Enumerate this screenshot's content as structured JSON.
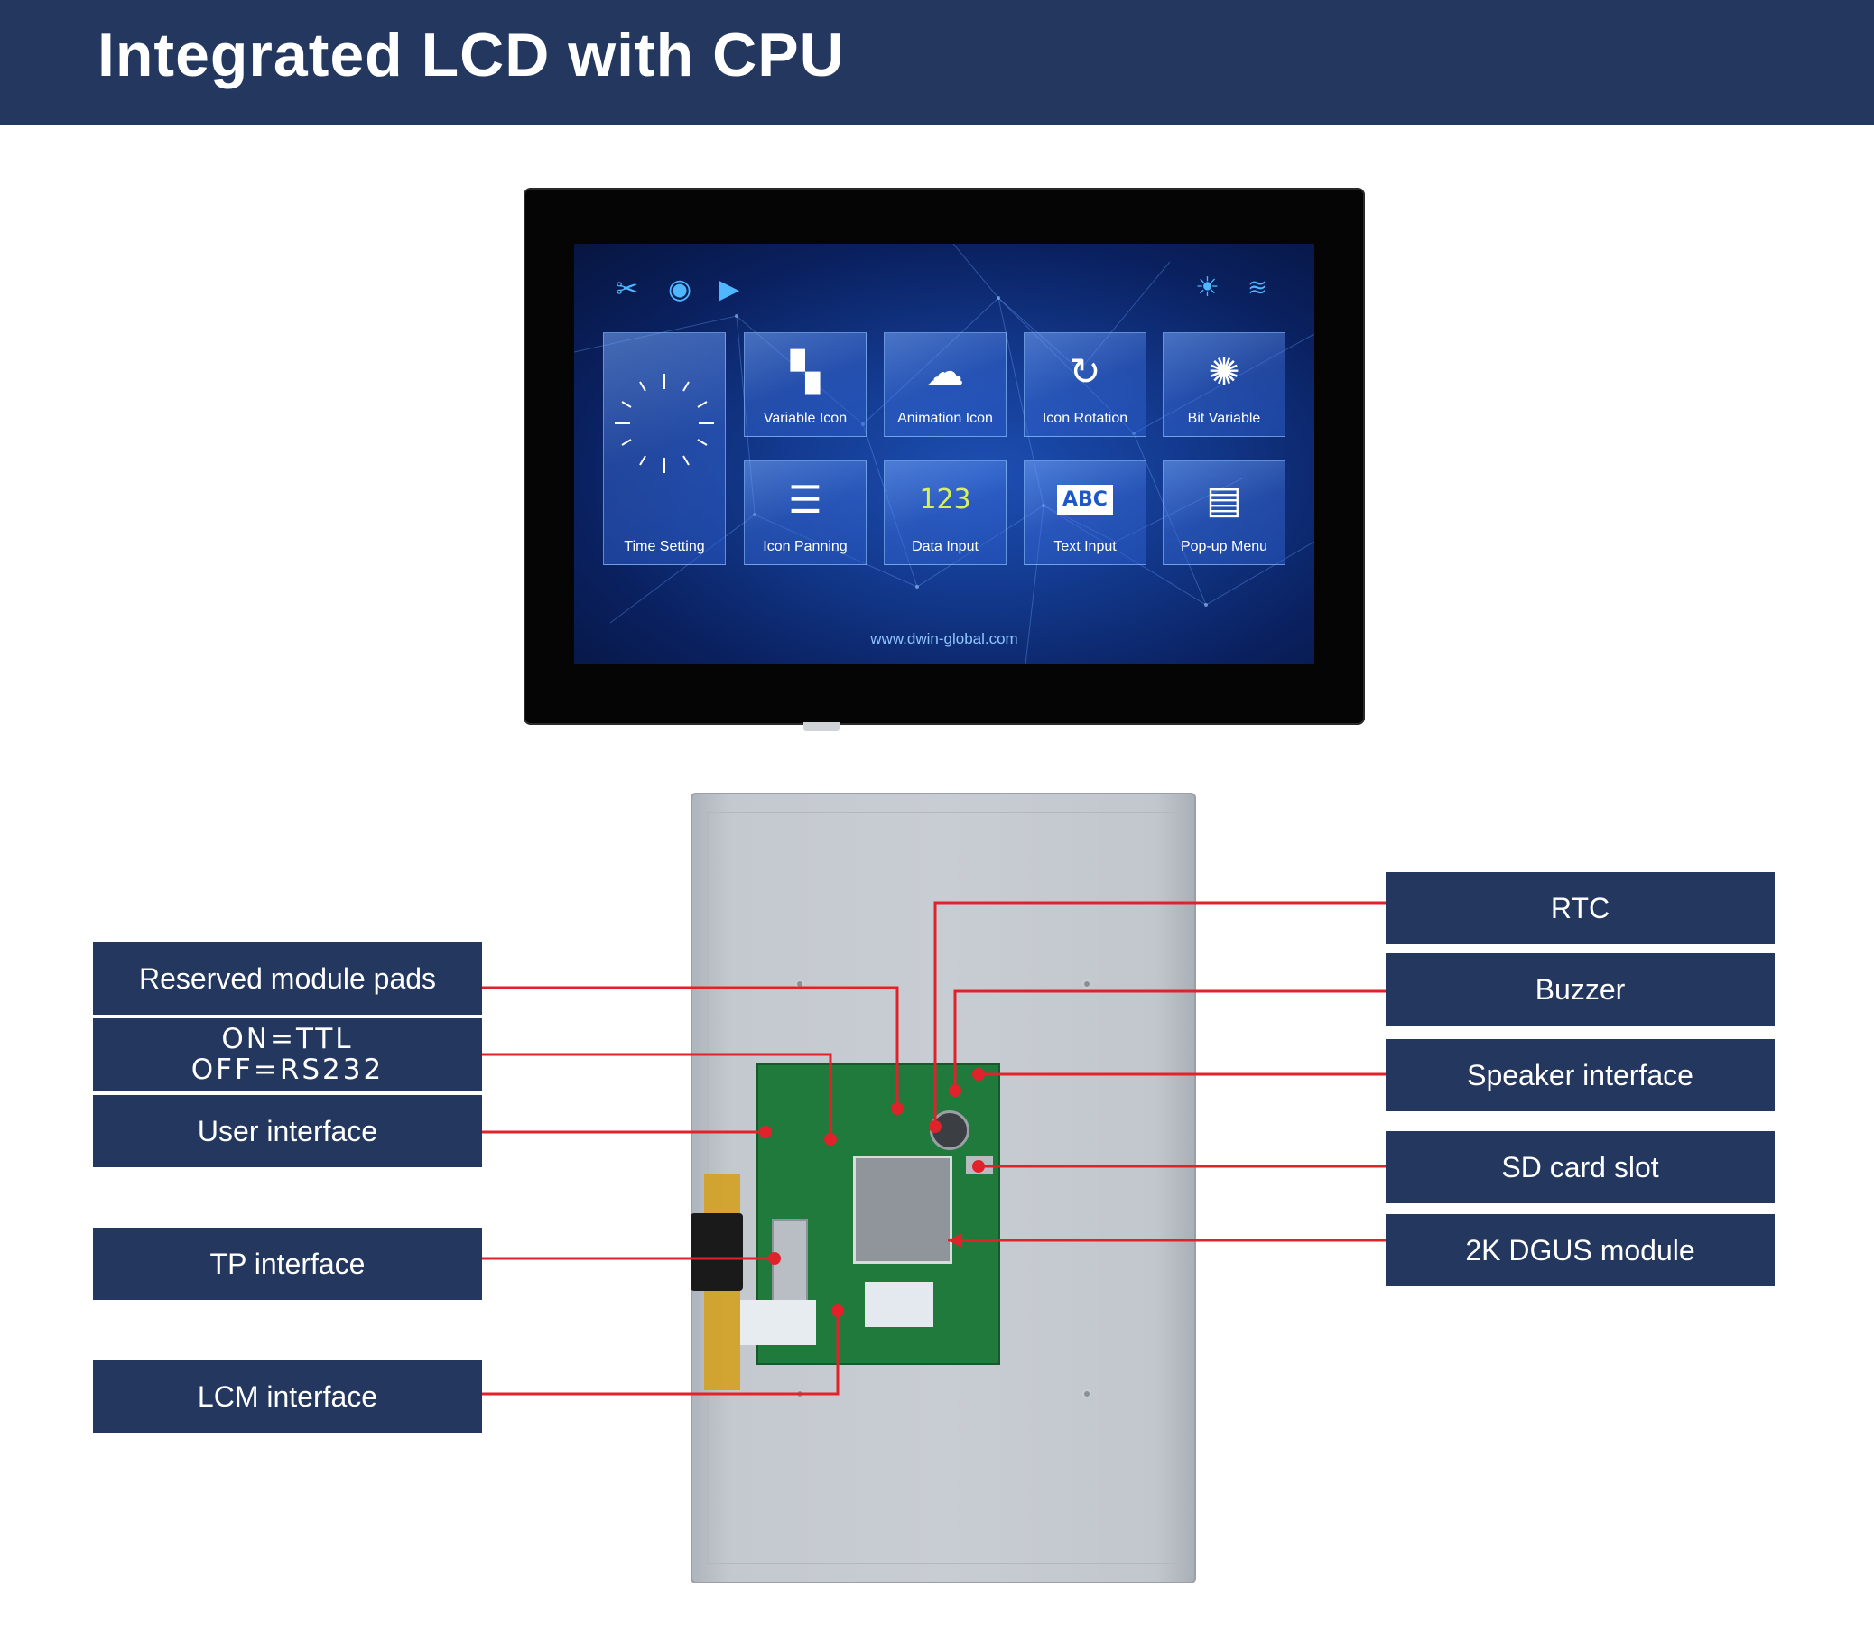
{
  "header": {
    "title": "Integrated LCD with CPU"
  },
  "screen": {
    "tiles": [
      {
        "label": "Time Setting",
        "icon": "clock-icon"
      },
      {
        "label": "Variable Icon",
        "icon": "grid-icon"
      },
      {
        "label": "Animation Icon",
        "icon": "cloud-icon"
      },
      {
        "label": "Icon Rotation",
        "icon": "rotate-icon"
      },
      {
        "label": "Bit Variable",
        "icon": "bulb-icon"
      },
      {
        "label": "Icon Panning",
        "icon": "sliders-icon"
      },
      {
        "label": "Data Input",
        "icon": "numbers-icon"
      },
      {
        "label": "Text Input",
        "icon": "abc-icon"
      },
      {
        "label": "Pop-up Menu",
        "icon": "menu-icon"
      }
    ],
    "status_icons": [
      "tools-icon",
      "camera-icon",
      "play-icon",
      "brightness-icon",
      "wifi-icon"
    ],
    "url": "www.dwin-global.com"
  },
  "callouts": {
    "left": [
      {
        "text": "Reserved module pads"
      },
      {
        "line1": "ON=TTL",
        "line2": "OFF=RS232"
      },
      {
        "text": "User interface"
      },
      {
        "text": "TP interface"
      },
      {
        "text": "LCM interface"
      }
    ],
    "right": [
      {
        "text": "RTC"
      },
      {
        "text": "Buzzer"
      },
      {
        "text": "Speaker interface"
      },
      {
        "text": "SD card slot"
      },
      {
        "text": "2K DGUS module"
      }
    ]
  },
  "colors": {
    "header": "#24375f",
    "leader_line": "#e0222b",
    "label_bg": "#24375f"
  }
}
